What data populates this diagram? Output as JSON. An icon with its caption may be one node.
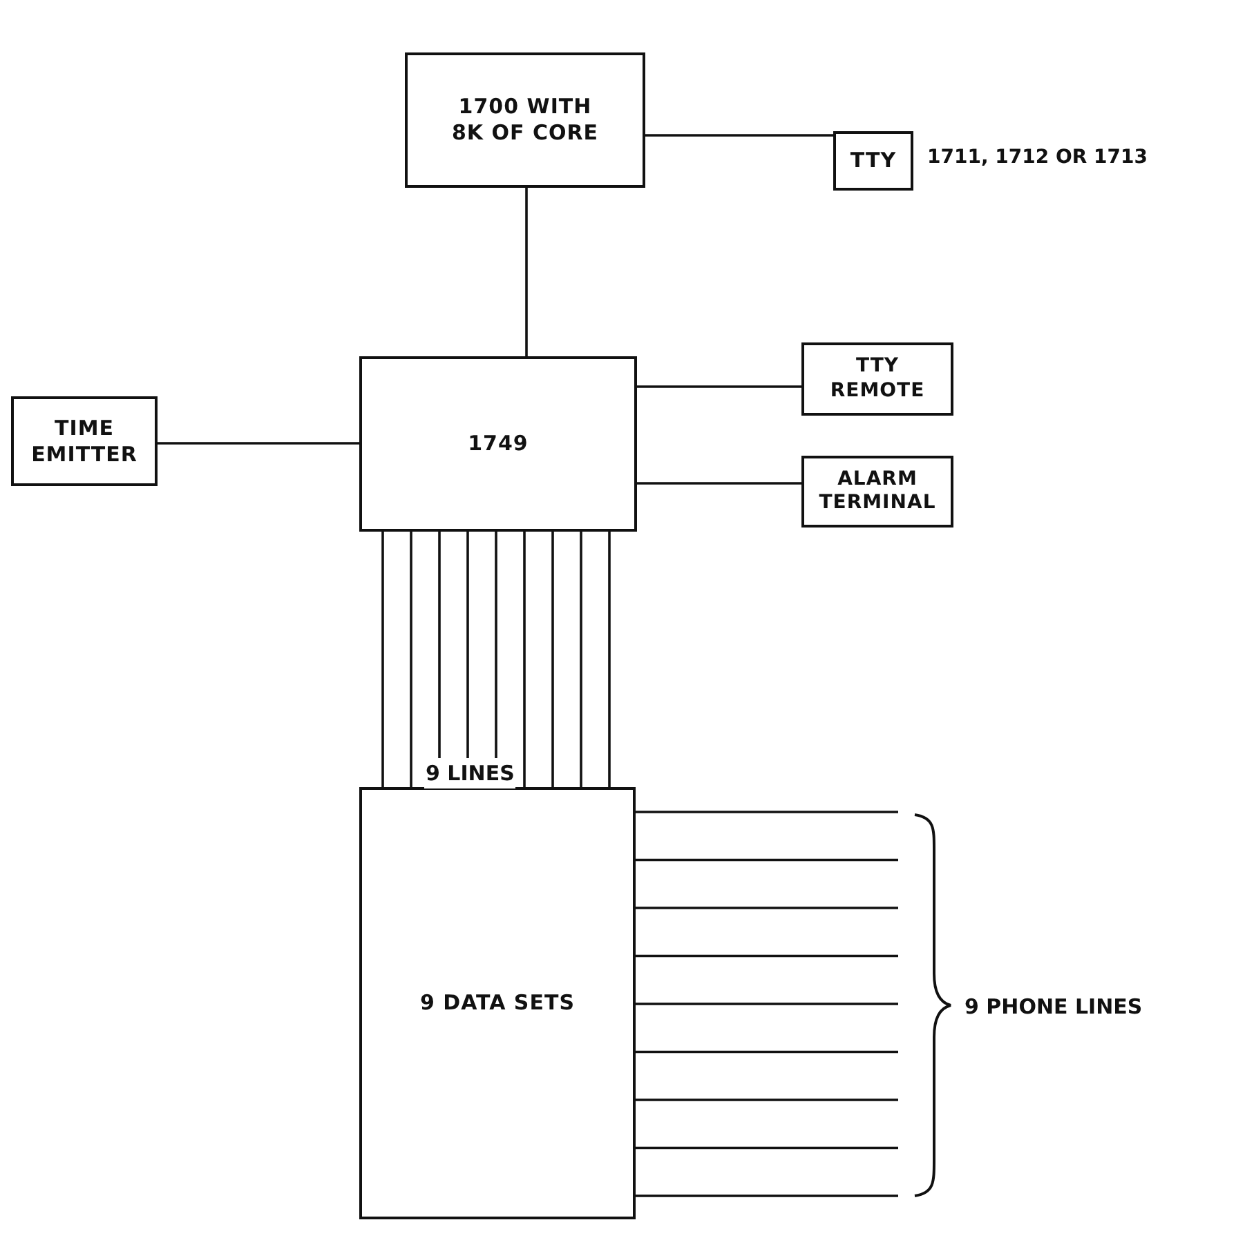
{
  "diagram": {
    "nodes": [
      {
        "text": [
          "1700 WITH 8K OF CORE"
        ]
      },
      {
        "text": [
          "TTY"
        ],
        "beside": [
          "1711, 1712 OR 1713"
        ]
      },
      {
        "text": [
          "1749"
        ]
      },
      {
        "text": [
          "TIME EMITTER"
        ]
      },
      {
        "text": [
          "TTY REMOTE"
        ]
      },
      {
        "text": [
          "ALARM TERMINAL"
        ]
      },
      {
        "text": [
          "9 DATA SETS"
        ]
      }
    ],
    "edges": [
      {
        "from": 0,
        "to": 1,
        "arrow": "none"
      },
      {
        "from": 0,
        "to": 2,
        "arrow": "none"
      },
      {
        "from": 3,
        "to": 2,
        "arrow": "none"
      },
      {
        "from": 2,
        "to": 4,
        "arrow": "none"
      },
      {
        "from": 2,
        "to": 5,
        "arrow": "none"
      },
      {
        "from": 2,
        "to": 6,
        "arrow": "none"
      },
      {
        "from": 2,
        "to": 6,
        "arrow": "none"
      },
      {
        "from": 2,
        "to": 6,
        "arrow": "none"
      },
      {
        "from": 2,
        "to": 6,
        "arrow": "none"
      },
      {
        "from": 2,
        "to": 6,
        "arrow": "none"
      },
      {
        "from": 2,
        "to": 6,
        "arrow": "none"
      },
      {
        "from": 2,
        "to": 6,
        "arrow": "none"
      },
      {
        "from": 2,
        "to": 6,
        "arrow": "none"
      },
      {
        "from": 2,
        "to": 6,
        "arrow": "none"
      },
      {
        "from": 6,
        "to": null,
        "arrow": "none"
      },
      {
        "from": 6,
        "to": null,
        "arrow": "none"
      },
      {
        "from": 6,
        "to": null,
        "arrow": "none"
      },
      {
        "from": 6,
        "to": null,
        "arrow": "none"
      },
      {
        "from": 6,
        "to": null,
        "arrow": "none"
      },
      {
        "from": 6,
        "to": null,
        "arrow": "none"
      },
      {
        "from": 6,
        "to": null,
        "arrow": "none"
      },
      {
        "from": 6,
        "to": null,
        "arrow": "none"
      },
      {
        "from": 6,
        "to": null,
        "arrow": "none"
      }
    ],
    "labels": [
      "9 LINES",
      "9 PHONE LINES"
    ]
  }
}
